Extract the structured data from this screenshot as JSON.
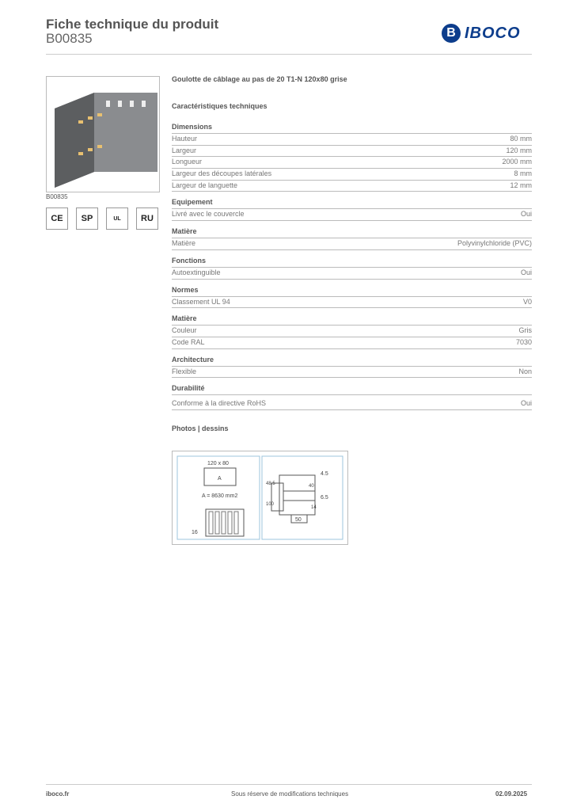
{
  "header": {
    "title": "Fiche technique du produit",
    "sku": "B00835",
    "logo_text": "IBOCO"
  },
  "product": {
    "image_caption": "B00835",
    "description": "Goulotte de câblage au pas de 20 T1-N 120x80 grise"
  },
  "certifications": [
    {
      "icon": "ce-mark-icon",
      "label": "CE"
    },
    {
      "icon": "csa-mark-icon",
      "label": "SP"
    },
    {
      "icon": "ul-listed-icon",
      "label": "UL"
    },
    {
      "icon": "ul-recognized-icon",
      "label": "RU"
    }
  ],
  "section_title": "Caractéristiques techniques",
  "groups": [
    {
      "title": "Dimensions",
      "rows": [
        [
          "Hauteur",
          "80 mm"
        ],
        [
          "Largeur",
          "120 mm"
        ],
        [
          "Longueur",
          "2000 mm"
        ],
        [
          "Largeur des découpes latérales",
          "8 mm"
        ],
        [
          "Largeur de languette",
          "12 mm"
        ]
      ]
    },
    {
      "title": "Equipement",
      "rows": [
        [
          "Livré avec le couvercle",
          "Oui"
        ]
      ]
    },
    {
      "title": "Matière",
      "rows": [
        [
          "Matière",
          "Polyvinylchloride (PVC)"
        ]
      ]
    },
    {
      "title": "Fonctions",
      "rows": [
        [
          "Autoextinguible",
          "Oui"
        ]
      ]
    },
    {
      "title": "Normes",
      "rows": [
        [
          "Classement UL 94",
          "V0"
        ]
      ]
    },
    {
      "title": "Matière",
      "rows": [
        [
          "Couleur",
          "Gris"
        ],
        [
          "Code RAL",
          "7030"
        ]
      ]
    },
    {
      "title": "Architecture",
      "rows": [
        [
          "Flexible",
          "Non"
        ]
      ]
    },
    {
      "title": "Durabilité",
      "rows": [
        [
          "Conforme à la directive RoHS",
          "Oui"
        ]
      ]
    }
  ],
  "photos": {
    "title": "Photos | dessins",
    "labels": {
      "size": "120 x 80",
      "area_letter": "A",
      "area": "A = 8630 mm2",
      "pitch": "16",
      "d1": "4.5",
      "d2": "6.5",
      "d3": "50",
      "d4": "100",
      "d5": "48.5",
      "d6": "40",
      "d7": "14"
    }
  },
  "footer": {
    "site": "iboco.fr",
    "notice": "Sous réserve de modifications techniques",
    "date": "02.09.2025"
  }
}
